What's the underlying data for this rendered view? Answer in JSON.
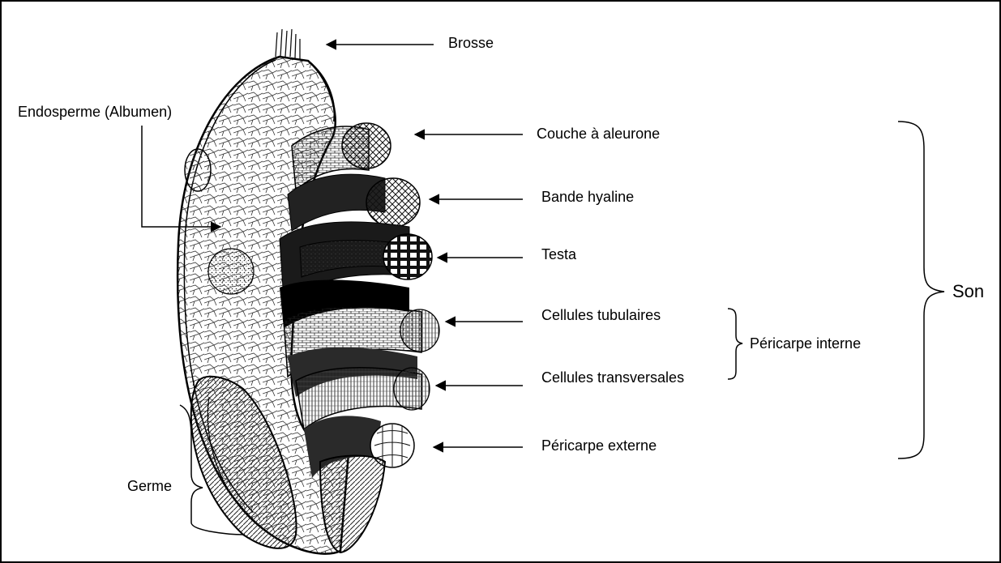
{
  "figure": {
    "frame_color": "#000000",
    "ink_color": "#1a1a1a",
    "labels": {
      "brosse": "Brosse",
      "endosperme": "Endosperme (Albumen)",
      "aleurone": "Couche à aleurone",
      "hyaline": "Bande hyaline",
      "testa": "Testa",
      "tubulaires": "Cellules tubulaires",
      "transversales": "Cellules transversales",
      "pericarpe_interne": "Péricarpe interne",
      "pericarpe_externe": "Péricarpe externe",
      "son": "Son",
      "germe": "Germe"
    }
  }
}
